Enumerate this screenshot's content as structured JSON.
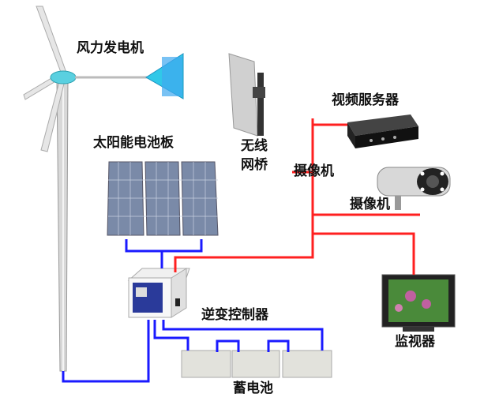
{
  "labels": {
    "wind_turbine": "风力发电机",
    "solar_panel": "太阳能电池板",
    "wireless_bridge_line1": "无线",
    "wireless_bridge_line2": "网桥",
    "video_server": "视频服务器",
    "camera_1": "摄像机",
    "camera_2": "摄像机",
    "monitor": "监视器",
    "inverter_controller": "逆变控制器",
    "battery": "蓄电池"
  },
  "colors": {
    "dc_wire": "#1a1aff",
    "signal_wire": "#ff2020"
  }
}
